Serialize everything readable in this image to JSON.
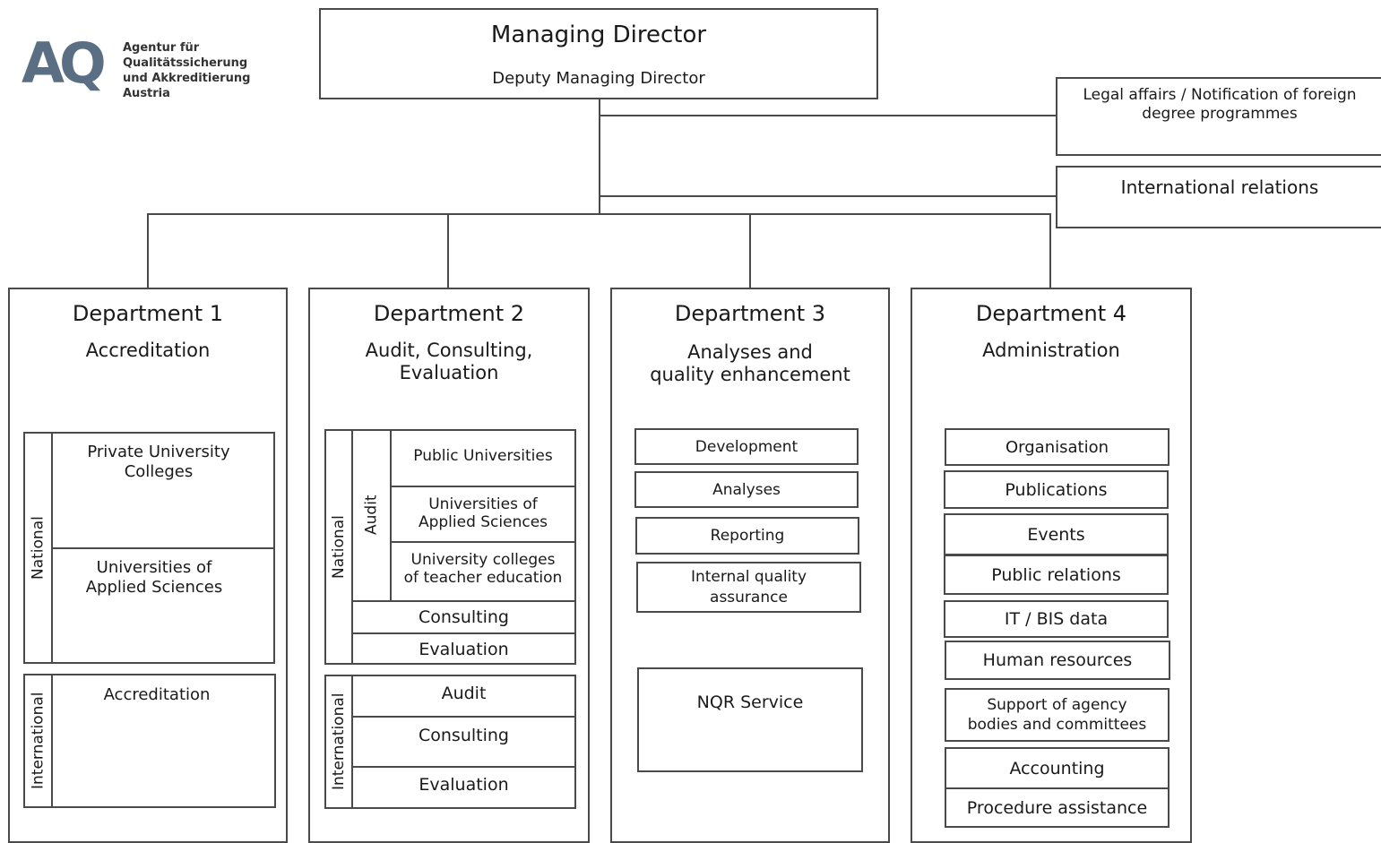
{
  "logo": {
    "mark": "AQ",
    "text_lines": [
      "Agentur für",
      "Qualitätssicherung",
      "und Akkreditierung",
      "Austria"
    ],
    "color": "#5a6e84"
  },
  "top": {
    "title": "Managing Director",
    "subtitle": "Deputy Managing Director"
  },
  "staff": {
    "legal": "Legal affairs / Notification of foreign\ndegree programmes",
    "international": "International relations"
  },
  "departments": [
    {
      "name": "Department 1",
      "focus": "Accreditation"
    },
    {
      "name": "Department 2",
      "focus": "Audit, Consulting,\nEvaluation"
    },
    {
      "name": "Department 3",
      "focus": "Analyses and\nquality enhancement"
    },
    {
      "name": "Department 4",
      "focus": "Administration"
    }
  ],
  "dept1": {
    "national_label": "National",
    "international_label": "International",
    "national_units": [
      "Private University\nColleges",
      "Universities of\nApplied Sciences"
    ],
    "international_units": [
      "Accreditation"
    ]
  },
  "dept2": {
    "national_label": "National",
    "audit_label": "Audit",
    "international_label": "International",
    "audit_units": [
      "Public Universities",
      "Universities of\nApplied Sciences",
      "University colleges\nof teacher education"
    ],
    "national_units": [
      "Consulting",
      "Evaluation"
    ],
    "international_units": [
      "Audit",
      "Consulting",
      "Evaluation"
    ]
  },
  "dept3": {
    "units": [
      "Development",
      "Analyses",
      "Reporting",
      "Internal quality\nassurance"
    ],
    "service": "NQR Service"
  },
  "dept4": {
    "units": [
      "Organisation",
      "Publications",
      "Events",
      "Public relations",
      "IT / BIS data",
      "Human resources",
      "Support of agency\nbodies and committees",
      "Accounting",
      "Procedure assistance"
    ]
  }
}
